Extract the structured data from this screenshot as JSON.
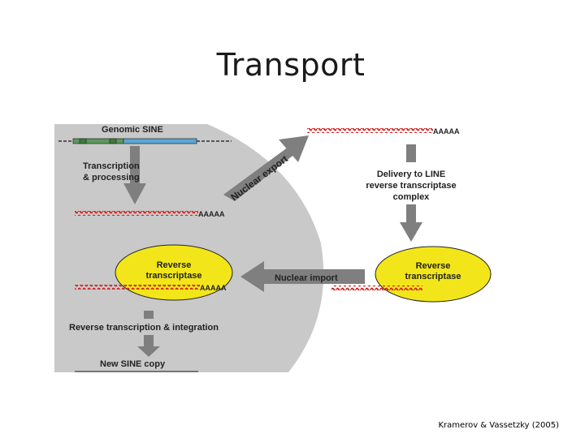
{
  "slide": {
    "title": "Transport",
    "citation": "Kramerov & Vassetzky (2005)"
  },
  "diagram": {
    "genomic_sine": "Genomic SINE",
    "transcription_line1": "Transcription",
    "transcription_line2": "& processing",
    "nuclear_export": "Nuclear export",
    "poly_a": "AAAAA",
    "delivery_line1": "Delivery to LINE",
    "delivery_line2": "reverse transcriptase",
    "delivery_line3": "complex",
    "rt_line1": "Reverse",
    "rt_line2": "transcriptase",
    "nuclear_import": "Nuclear import",
    "rt_integration": "Reverse transcription & integration",
    "new_copy": "New SINE copy"
  },
  "colors": {
    "nucleus": "#c9c9c9",
    "arrow": "#7f7f7f",
    "enzyme": "#f2e61a",
    "rna": "#d42020",
    "gene_green": "#5a9a5a",
    "gene_blue": "#5aa8d8"
  }
}
